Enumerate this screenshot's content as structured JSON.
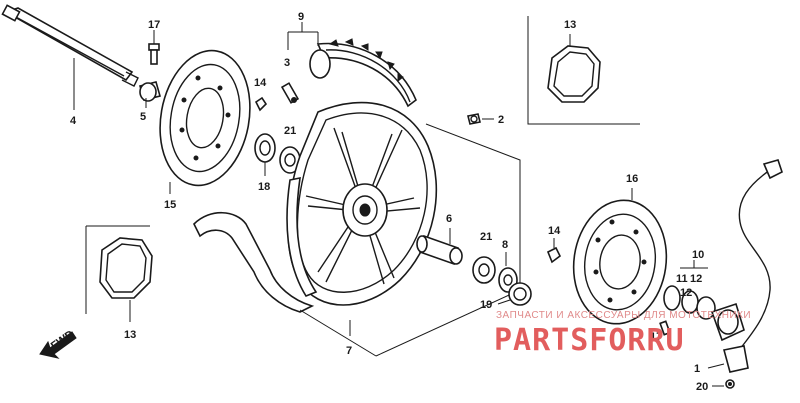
{
  "diagram": {
    "callouts": [
      "1",
      "2",
      "3",
      "4",
      "5",
      "6",
      "7",
      "8",
      "9",
      "10",
      "11",
      "12",
      "13",
      "14",
      "15",
      "16",
      "17",
      "18",
      "19",
      "20",
      "21"
    ],
    "labels": {
      "axle": "4",
      "axle_collar": "5",
      "disc_bolt_left": "17",
      "left_disc": "15",
      "valve": "3",
      "group_tire": "9",
      "tire_to_wheel": "9",
      "left_bearing_seal": "14",
      "left_bearing": "21",
      "left_oil_seal": "18",
      "bolt_top": "2",
      "left_gasket_plate": "13",
      "right_gasket_plate": "13",
      "wheel": "7",
      "spacer": "6",
      "right_bearing": "21",
      "right_collar": "8",
      "right_seal": "19",
      "right_disc": "16",
      "right_washer": "14",
      "gear_box_a": "11",
      "gear_box_b": "12",
      "gear_box_c": "10",
      "gear_box_d": "12",
      "speedo_gear_bolt": "17",
      "speedo_cable": "1",
      "speedo_screw": "20"
    },
    "fwd_label": "FWD",
    "watermark_top": "ЗАПЧАСТИ И АКСЕССУАРЫ ДЛЯ МОТОТЕХНИКИ",
    "watermark_brand": "PARTSFORRU",
    "colors": {
      "line": "#1a1a1a",
      "watermark": "#e25d5d",
      "background": "#ffffff"
    }
  }
}
